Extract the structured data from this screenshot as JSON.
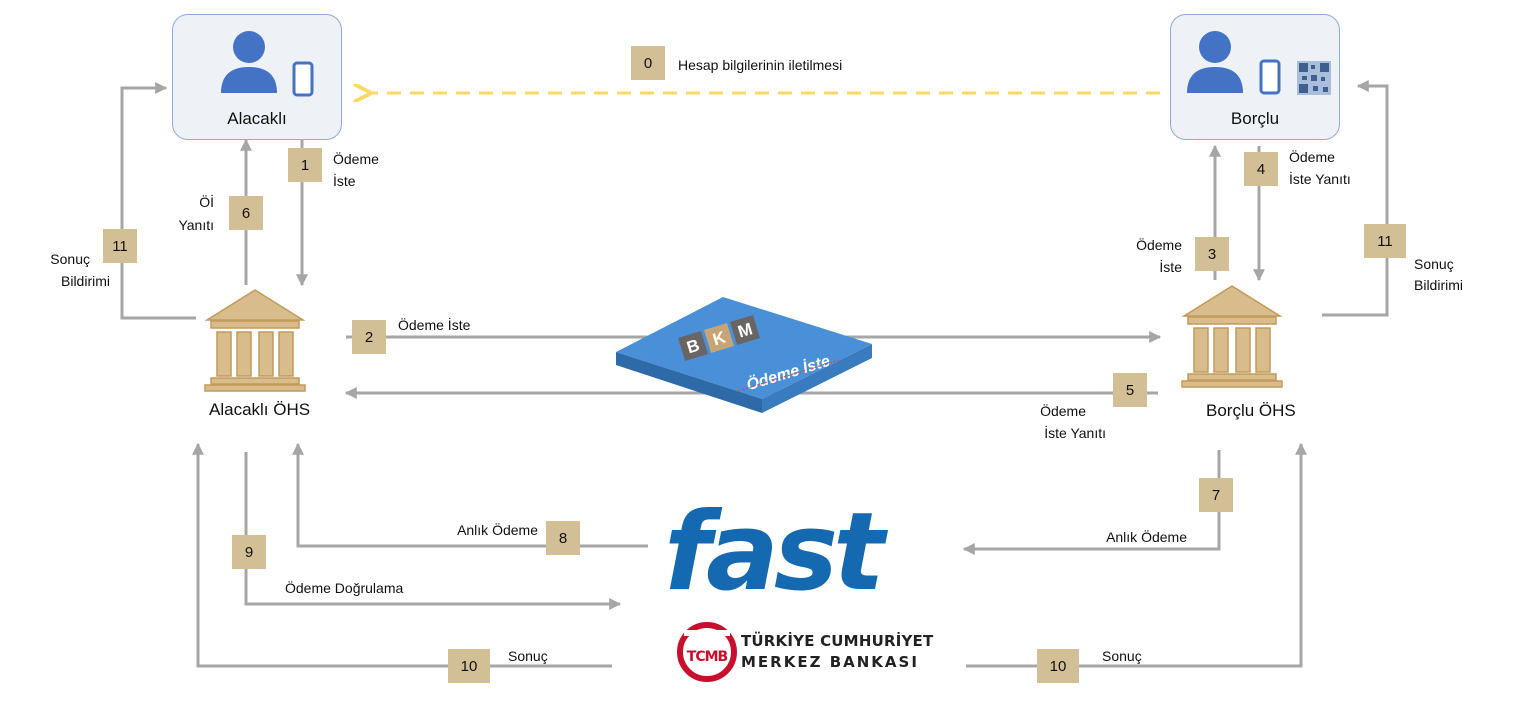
{
  "actors": {
    "creditor": {
      "label": "Alacaklı"
    },
    "debtor": {
      "label": "Borçlu"
    }
  },
  "institutions": {
    "creditor_ohs": {
      "label": "Alacaklı ÖHS"
    },
    "debtor_ohs": {
      "label": "Borçlu ÖHS"
    }
  },
  "bkm": {
    "letters": [
      "B",
      "K",
      "M"
    ],
    "label": "Ödeme İste"
  },
  "fast": {
    "logo_text": "fast"
  },
  "tcmb": {
    "mark": "TCMB",
    "line1": "TÜRKİYE CUMHURİYET",
    "line2": "MERKEZ BANKASI"
  },
  "steps": {
    "s0": {
      "num": "0",
      "label": "Hesap bilgilerinin iletilmesi"
    },
    "s1": {
      "num": "1",
      "line1": "Ödeme",
      "line2": "İste"
    },
    "s2": {
      "num": "2",
      "label": "Ödeme İste"
    },
    "s3": {
      "num": "3",
      "line1": "Ödeme",
      "line2": "İste"
    },
    "s4": {
      "num": "4",
      "line1": "Ödeme",
      "line2": "İste Yanıtı"
    },
    "s5": {
      "num": "5",
      "line1": "Ödeme",
      "line2": "İste Yanıtı"
    },
    "s6": {
      "num": "6",
      "line1": "Öİ",
      "line2": "Yanıtı"
    },
    "s7": {
      "num": "7",
      "label": "Anlık Ödeme"
    },
    "s8": {
      "num": "8",
      "label": "Anlık Ödeme"
    },
    "s9": {
      "num": "9",
      "label": "Ödeme Doğrulama"
    },
    "s10a": {
      "num": "10",
      "label": "Sonuç"
    },
    "s10b": {
      "num": "10",
      "label": "Sonuç"
    },
    "s11a": {
      "num": "11",
      "line1": "Sonuç",
      "line2": "Bildirimi"
    },
    "s11b": {
      "num": "11",
      "line1": "Sonuç",
      "line2": "Bildirimi"
    }
  },
  "colors": {
    "arrow": "#a6a6a6",
    "dashed_arrow": "#ffd966",
    "badge": "#d3bf95",
    "person": "#4472c4",
    "bank": "#d9bc8c",
    "bkm_platform": "#4a90d9",
    "fast_blue": "#1569b0",
    "tcmb_red": "#c8102e"
  }
}
